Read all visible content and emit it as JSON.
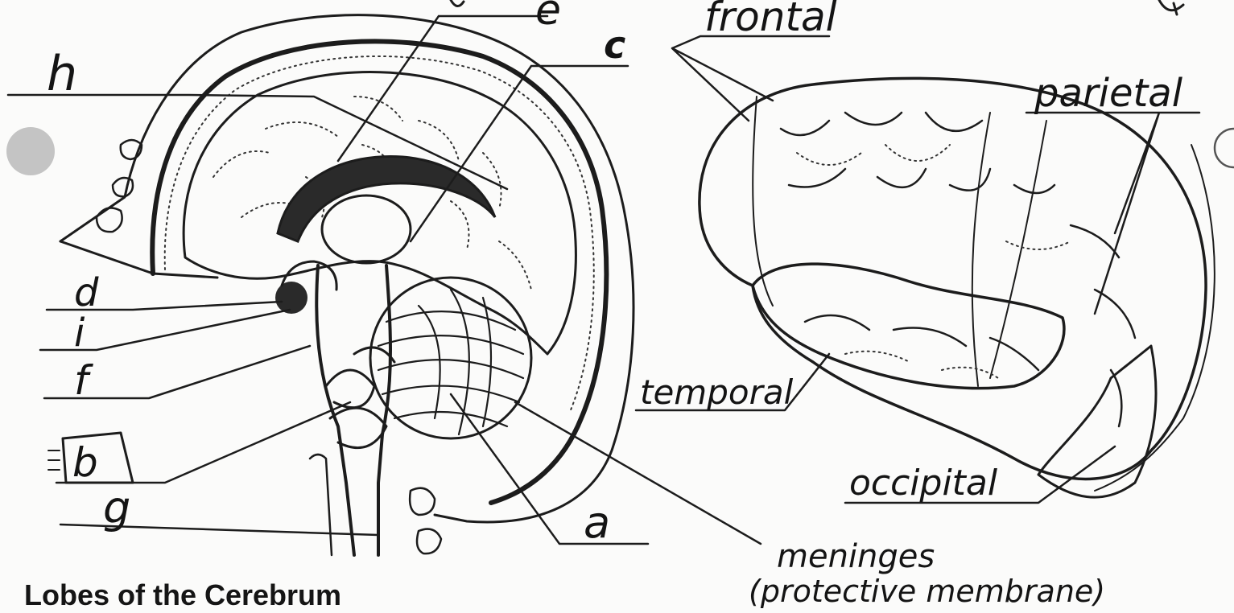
{
  "caption": "Lobes of the Cerebrum",
  "left_labels": {
    "e": "e",
    "c": "c",
    "h": "h",
    "d": "d",
    "i": "i",
    "f": "f",
    "b": "b",
    "g": "g",
    "a": "a"
  },
  "lobe_labels": {
    "frontal": "frontal",
    "parietal": "parietal",
    "temporal": "temporal",
    "occipital": "occipital",
    "meninges": "meninges",
    "meninges_note": "(protective membrane)"
  },
  "colors": {
    "ink": "#1c1c1c",
    "paper": "#fbfbfa",
    "hole_punch": "#c4c4c4"
  }
}
